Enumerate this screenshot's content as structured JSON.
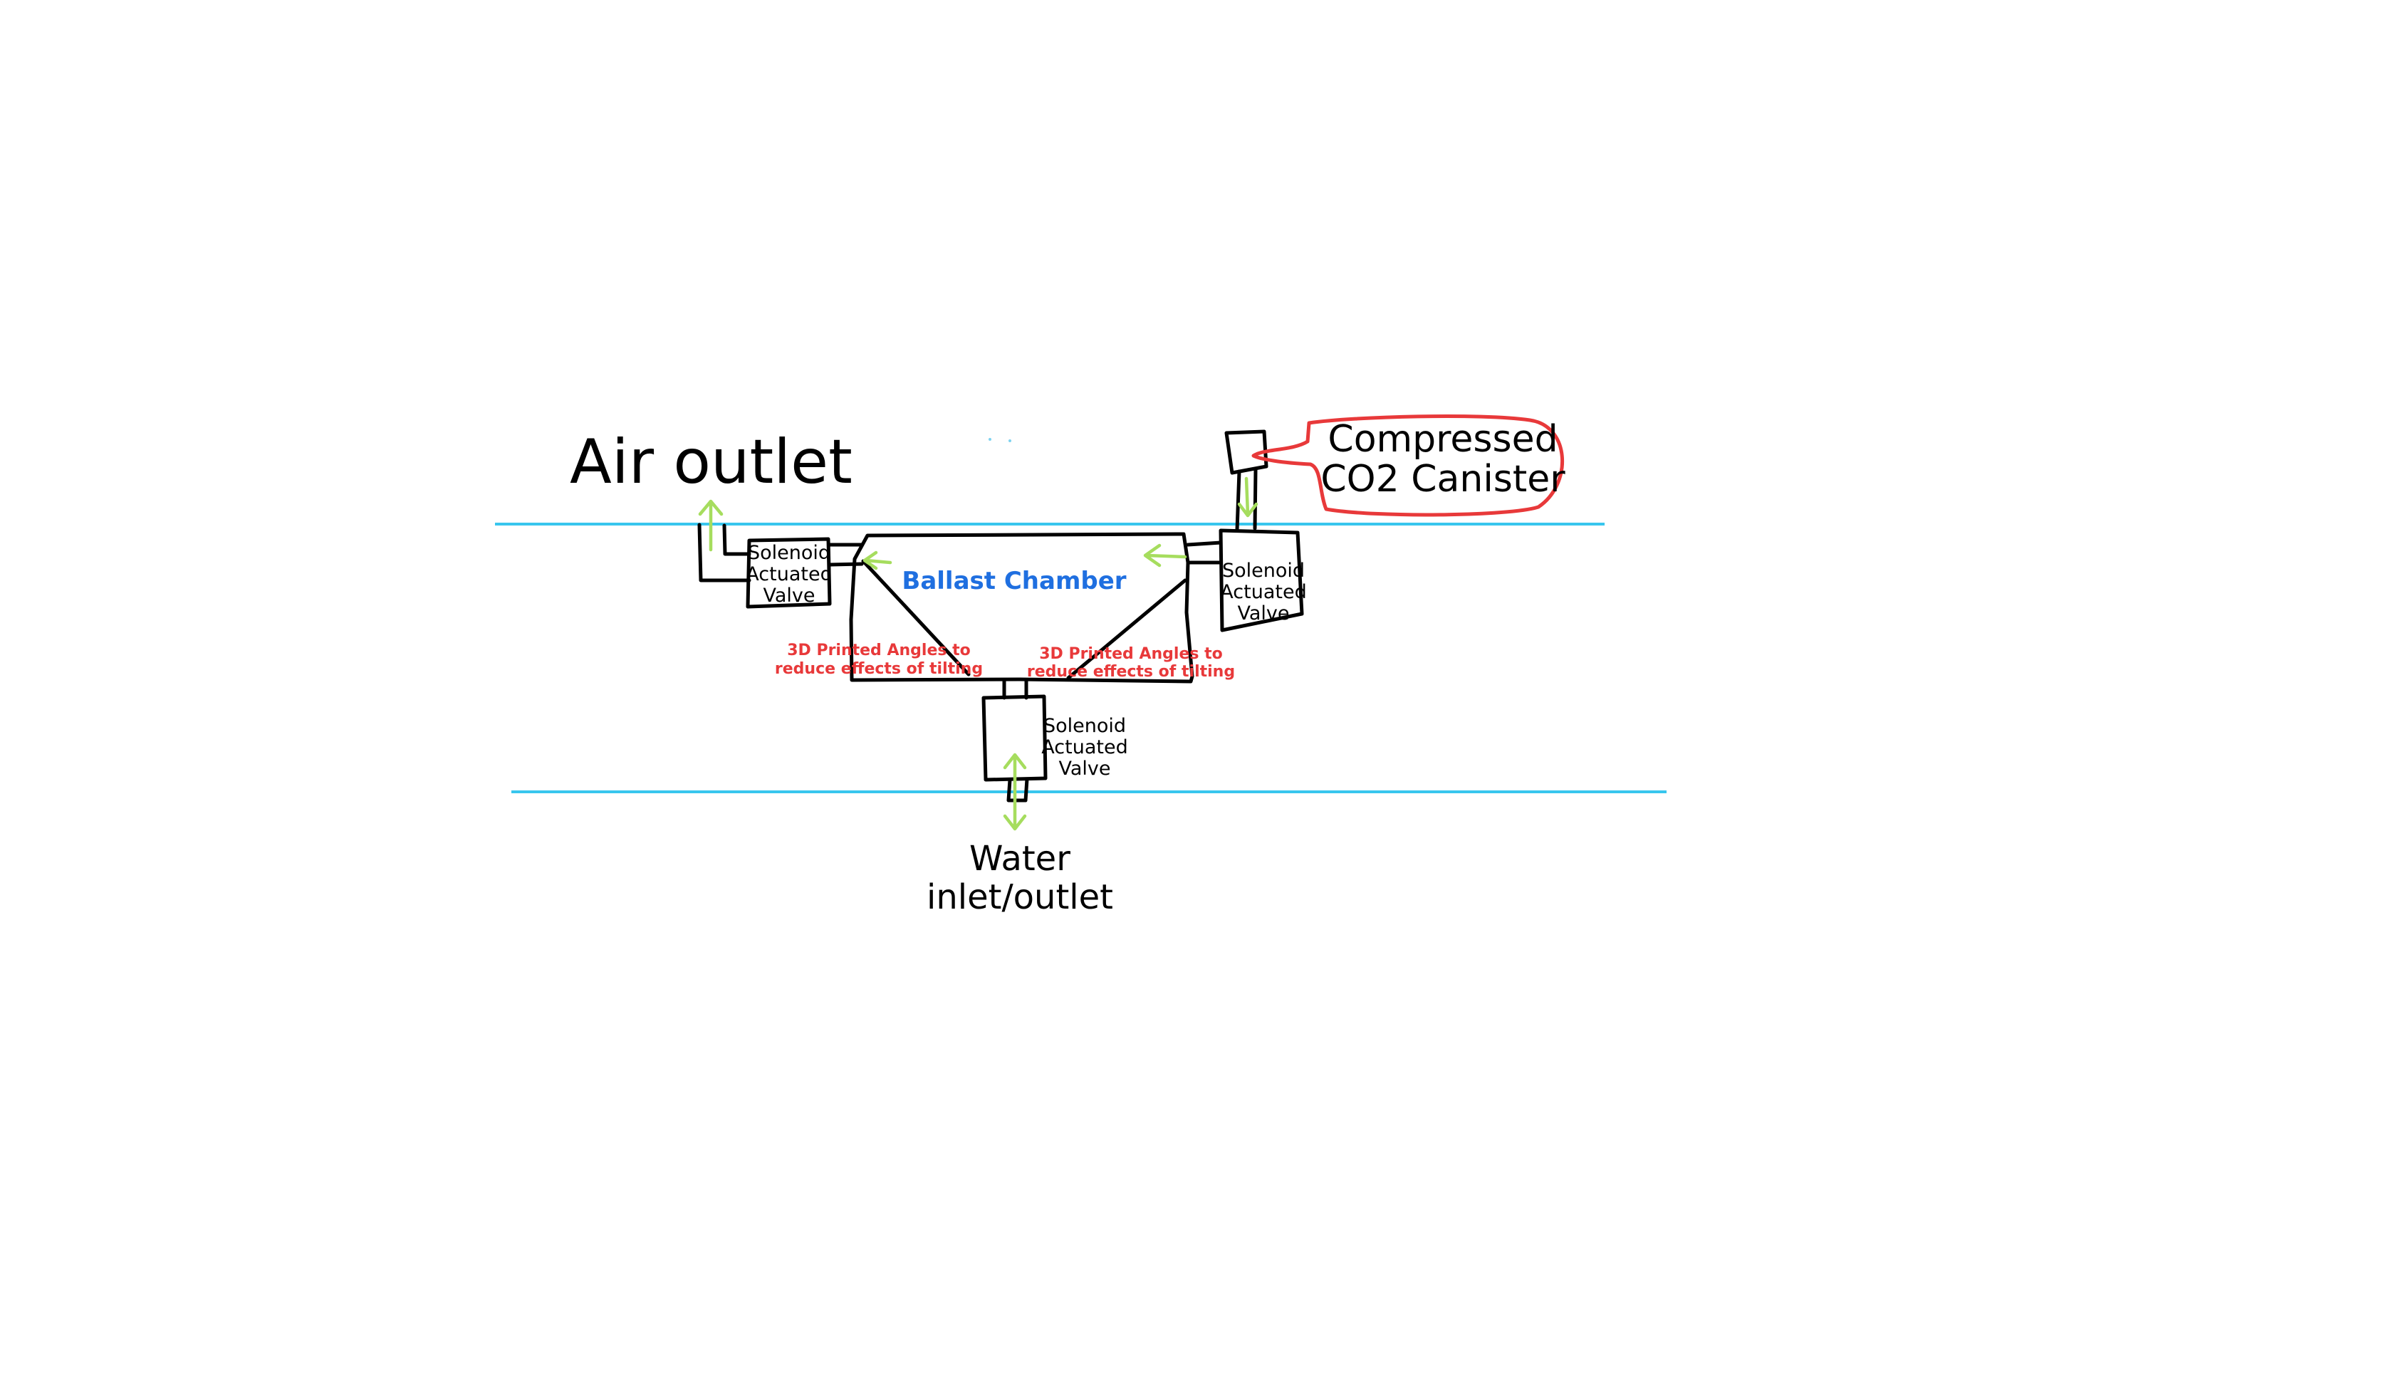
{
  "labels": {
    "air_outlet": "Air outlet",
    "co2_line1": "Compressed",
    "co2_line2": "CO2 Canister",
    "ballast_chamber": "Ballast Chamber",
    "valve_line1": "Solenoid",
    "valve_line2": "Actuated",
    "valve_line3": "Valve",
    "angles_line1": "3D Printed Angles to",
    "angles_line2": "reduce effects of tilting",
    "water_line1": "Water",
    "water_line2": "inlet/outlet"
  },
  "colors": {
    "ink": "#000000",
    "waterline": "#38c6ee",
    "flow_arrow": "#a6dd5e",
    "annotation_red": "#e8393a",
    "chamber_label_blue": "#1f6fe0"
  }
}
